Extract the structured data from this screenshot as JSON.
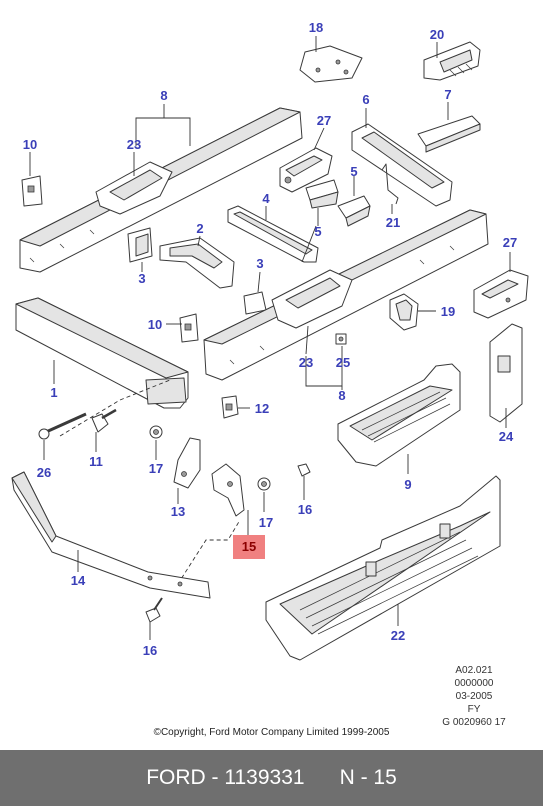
{
  "diagram": {
    "callouts": {
      "c1": "1",
      "c2": "2",
      "c3a": "3",
      "c3b": "3",
      "c4": "4",
      "c5a": "5",
      "c5b": "5",
      "c6": "6",
      "c7": "7",
      "c8a": "8",
      "c8b": "8",
      "c9": "9",
      "c10a": "10",
      "c10b": "10",
      "c11": "11",
      "c12": "12",
      "c13": "13",
      "c14": "14",
      "c15": "15",
      "c16a": "16",
      "c16b": "16",
      "c17a": "17",
      "c17b": "17",
      "c18": "18",
      "c19": "19",
      "c20": "20",
      "c21": "21",
      "c22": "22",
      "c23a": "23",
      "c23b": "23",
      "c24": "24",
      "c25": "25",
      "c26": "26",
      "c27a": "27",
      "c27b": "27"
    },
    "highlighted_part": "15",
    "colors": {
      "callout": "#3a3fb8",
      "highlight_bg": "#f08080",
      "highlight_text": "#8b0000",
      "footer_bg": "#6f6f6f"
    }
  },
  "meta": {
    "line1": "A02.021",
    "line2": "0000000",
    "line3": "03-2005",
    "line4": "FY",
    "line5": "G 0020960 17"
  },
  "copyright": "©Copyright, Ford Motor Company Limited 1999-2005",
  "footer": {
    "brand_part": "FORD - 1139331",
    "ref": "N - 15"
  }
}
